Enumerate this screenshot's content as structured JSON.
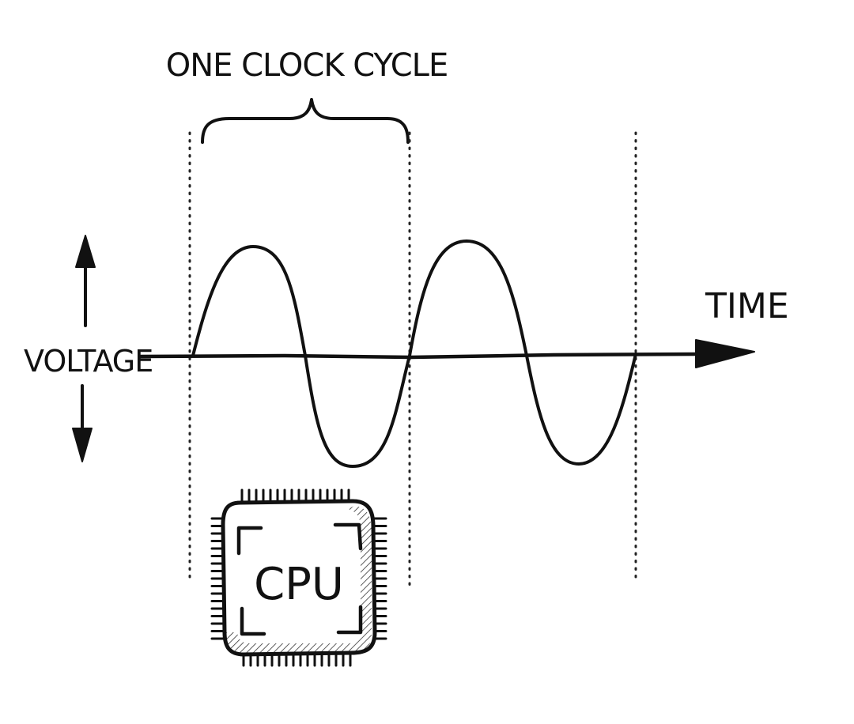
{
  "diagram": {
    "cycle_label": "ONE CLOCK CYCLE",
    "y_label": "VOLTAGE",
    "x_label": "TIME",
    "chip_label": "CPU",
    "cycles_drawn": 2
  },
  "colors": {
    "ink": "#111111",
    "background": "#ffffff"
  },
  "icons": {
    "up": "arrow-up-icon",
    "down": "arrow-down-icon",
    "right": "arrowhead-right-icon",
    "chip": "cpu-chip-icon"
  }
}
